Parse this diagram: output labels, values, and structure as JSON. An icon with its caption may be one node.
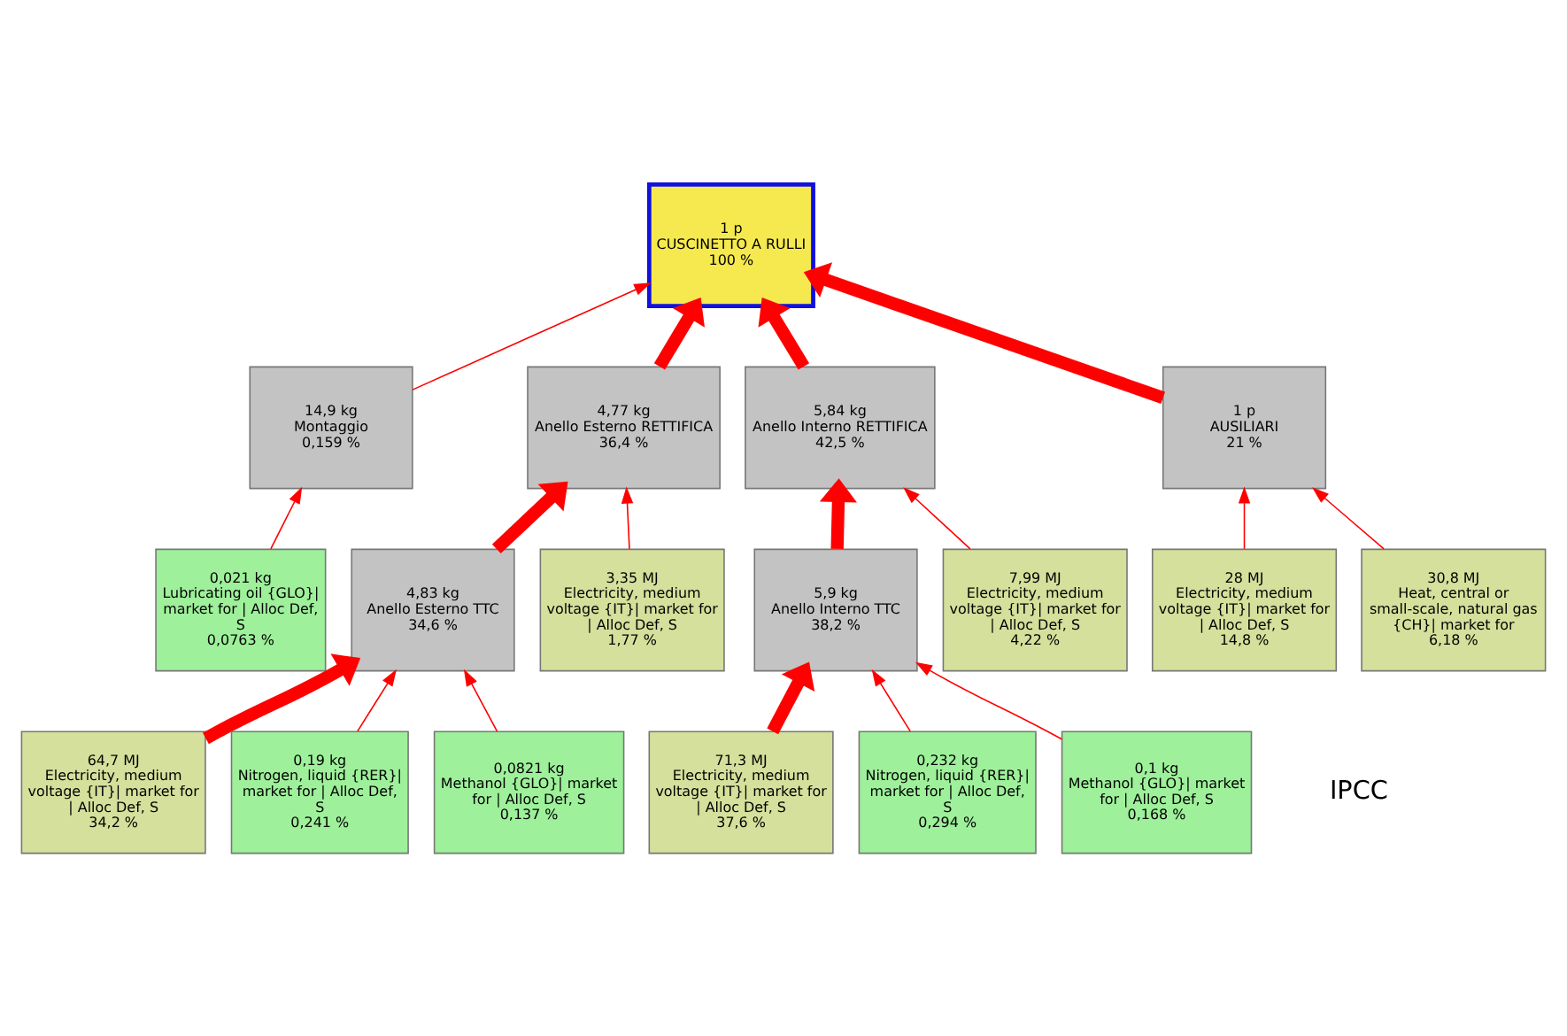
{
  "diagram": {
    "nodes": [
      {
        "text": [
          "1 p",
          "CUSCINETTO A RULLI",
          "100 %"
        ]
      },
      {
        "text": [
          "14,9 kg",
          "Montaggio",
          "0,159 %"
        ]
      },
      {
        "text": [
          "4,77 kg",
          "Anello Esterno RETTIFICA",
          "36,4 %"
        ]
      },
      {
        "text": [
          "5,84 kg",
          "Anello Interno RETTIFICA",
          "42,5 %"
        ]
      },
      {
        "text": [
          "1 p",
          "AUSILIARI",
          "21 %"
        ]
      },
      {
        "text": [
          "0,021 kg",
          "Lubricating oil {GLO}| market for | Alloc Def, S",
          "0,0763 %"
        ]
      },
      {
        "text": [
          "4,83 kg",
          "Anello Esterno TTC",
          "34,6 %"
        ]
      },
      {
        "text": [
          "3,35 MJ",
          "Electricity, medium voltage {IT}| market for | Alloc Def, S",
          "1,77 %"
        ]
      },
      {
        "text": [
          "5,9 kg",
          "Anello Interno TTC",
          "38,2 %"
        ]
      },
      {
        "text": [
          "7,99 MJ",
          "Electricity, medium voltage {IT}| market for | Alloc Def, S",
          "4,22 %"
        ]
      },
      {
        "text": [
          "28 MJ",
          "Electricity, medium voltage {IT}| market for | Alloc Def, S",
          "14,8 %"
        ]
      },
      {
        "text": [
          "30,8 MJ",
          "Heat, central or small-scale, natural gas {CH}| market for",
          "6,18 %"
        ]
      },
      {
        "text": [
          "64,7 MJ",
          "Electricity, medium voltage {IT}| market for | Alloc Def, S",
          "34,2 %"
        ]
      },
      {
        "text": [
          "0,19 kg",
          "Nitrogen, liquid {RER}| market for | Alloc Def, S",
          "0,241 %"
        ]
      },
      {
        "text": [
          "0,0821 kg",
          "Methanol {GLO}| market for | Alloc Def, S",
          "0,137 %"
        ]
      },
      {
        "text": [
          "71,3 MJ",
          "Electricity, medium voltage {IT}| market for | Alloc Def, S",
          "37,6 %"
        ]
      },
      {
        "text": [
          "0,232 kg",
          "Nitrogen, liquid {RER}| market for | Alloc Def, S",
          "0,294 %"
        ]
      },
      {
        "text": [
          "0,1 kg",
          "Methanol {GLO}| market for | Alloc Def, S",
          "0,168 %"
        ]
      }
    ],
    "edges": [
      {
        "from": 1,
        "to": 0,
        "arrow": "to"
      },
      {
        "from": 2,
        "to": 0,
        "arrow": "to",
        "style": "thick"
      },
      {
        "from": 3,
        "to": 0,
        "arrow": "to",
        "style": "thick"
      },
      {
        "from": 4,
        "to": 0,
        "arrow": "to",
        "style": "thick"
      },
      {
        "from": 5,
        "to": 1,
        "arrow": "to"
      },
      {
        "from": 6,
        "to": 2,
        "arrow": "to",
        "style": "thick"
      },
      {
        "from": 7,
        "to": 2,
        "arrow": "to"
      },
      {
        "from": 8,
        "to": 3,
        "arrow": "to",
        "style": "thick"
      },
      {
        "from": 9,
        "to": 3,
        "arrow": "to"
      },
      {
        "from": 10,
        "to": 4,
        "arrow": "to"
      },
      {
        "from": 11,
        "to": 4,
        "arrow": "to"
      },
      {
        "from": 12,
        "to": 6,
        "arrow": "to",
        "style": "thick"
      },
      {
        "from": 13,
        "to": 6,
        "arrow": "to"
      },
      {
        "from": 14,
        "to": 6,
        "arrow": "to"
      },
      {
        "from": 15,
        "to": 8,
        "arrow": "to",
        "style": "thick"
      },
      {
        "from": 16,
        "to": 8,
        "arrow": "to"
      },
      {
        "from": 17,
        "to": 8,
        "arrow": "to"
      }
    ],
    "labels": [
      "IPCC"
    ]
  }
}
